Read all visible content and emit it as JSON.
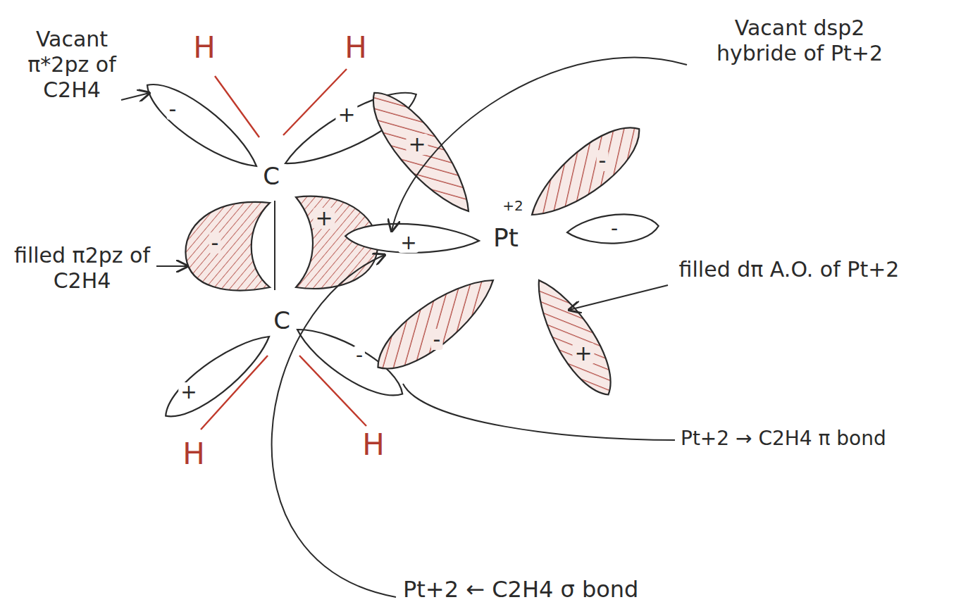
{
  "diagram": {
    "labels": [
      "Vacant π*2pz of C2H4",
      "H",
      "H",
      "Vacant dsp2 hybride of Pt+2",
      "-",
      "+",
      "+",
      "-",
      "+2",
      "+",
      "-",
      "+",
      "Pt",
      "-",
      "filled π2pz of C2H4",
      "filled dπ A.O. of Pt+2",
      "C",
      "C",
      "-",
      "-",
      "+",
      "+",
      "Pt+2 → C2H4 π bond",
      "H",
      "H",
      "Pt+2 ← C2H4 σ bond"
    ]
  }
}
